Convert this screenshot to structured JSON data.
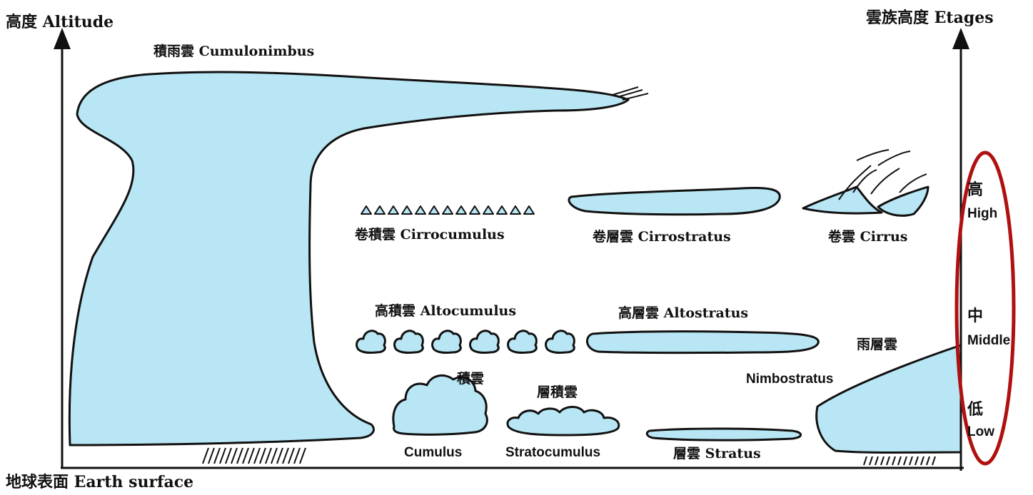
{
  "axes": {
    "y_label": "高度 Altitude",
    "x_label": "地球表面 Earth surface",
    "right_label": "雲族高度 Etages"
  },
  "levels": {
    "high": {
      "zh": "高",
      "en": "High"
    },
    "middle": {
      "zh": "中",
      "en": "Middle"
    },
    "low": {
      "zh": "低",
      "en": "Low"
    }
  },
  "clouds": {
    "cumulonimbus": "積雨雲 Cumulonimbus",
    "cirrocumulus": "卷積雲 Cirrocumulus",
    "cirrostratus": "卷層雲 Cirrostratus",
    "cirrus": "卷雲 Cirrus",
    "altocumulus": "高積雲 Altocumulus",
    "altostratus": "高層雲 Altostratus",
    "nimbostratus_zh": "雨層雲",
    "nimbostratus_en": "Nimbostratus",
    "cumulus_zh": "積雲",
    "cumulus_en": "Cumulus",
    "stratocumulus_zh": "層積雲",
    "stratocumulus_en": "Stratocumulus",
    "stratus": "層雲 Stratus"
  },
  "colors": {
    "cloud_fill": "#b9e6f4",
    "outline": "#111111",
    "highlight_ellipse": "#b01010"
  }
}
